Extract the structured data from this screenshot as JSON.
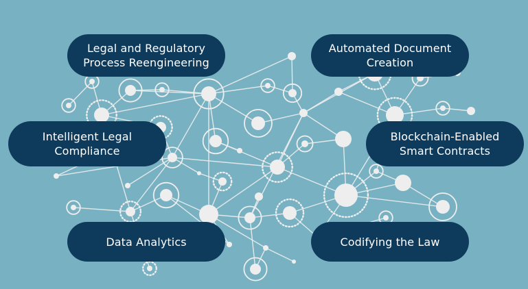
{
  "colors": {
    "background": "#78b2c2",
    "pill": "#0e3a5b",
    "pill_text": "#ffffff",
    "network": "#eeeeee"
  },
  "labels": {
    "legal_regulatory": "Legal and Regulatory\nProcess Reengineering",
    "automated_document": "Automated Document\nCreation",
    "intelligent_compliance": "Intelligent Legal\nCompliance",
    "blockchain_contracts": "Blockchain-Enabled\nSmart Contracts",
    "data_analytics": "Data Analytics",
    "codifying_law": "Codifying the Law"
  }
}
